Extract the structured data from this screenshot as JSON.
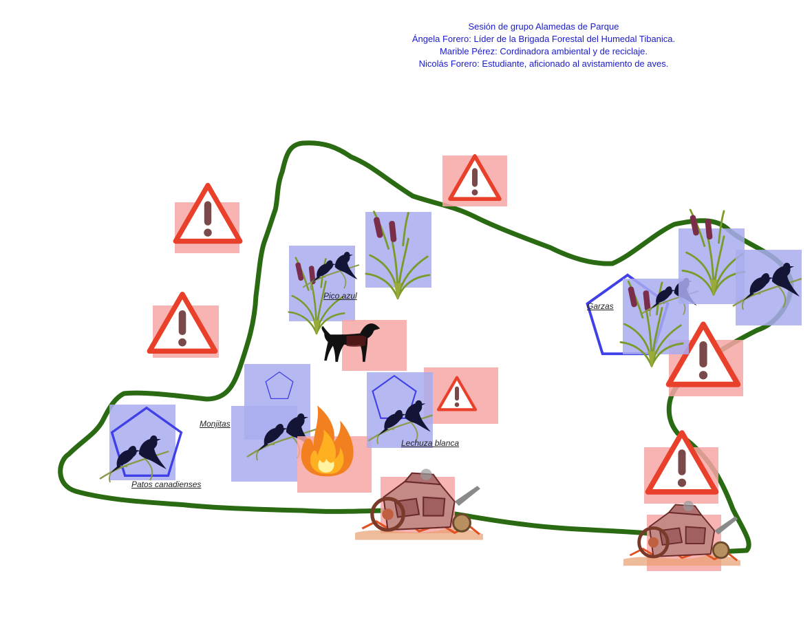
{
  "header": {
    "line1": "Sesión de grupo Alamedas de Parque",
    "line2": "Ángela Forero: Líder de la Brigada Forestal del Humedal Tibanica.",
    "line3": "Marible Pérez:  Cordinadora ambiental y de reciclaje.",
    "line4": "Nicolás Forero: Estudiante, aficionado al avistamiento de aves."
  },
  "labels": {
    "pico_azul": "Pico azul",
    "garzas": "Garzas",
    "monjitas": "Monjitas",
    "lechuza_blanca": "Lechuza blanca",
    "patos_canadienses": "Patos canadienses"
  },
  "colors": {
    "route": "#2a6a12",
    "warning_bg": "#f7a6a6",
    "warning_icon": "#e8402a",
    "bird_bg": "#a9abee",
    "pentagon": "#4040e8",
    "header_text": "#1a1acc"
  },
  "icons": [
    "warning-icon",
    "birds-icon",
    "cattail-icon",
    "dog-icon",
    "fire-icon",
    "burned-car-icon",
    "pentagon-marker"
  ]
}
